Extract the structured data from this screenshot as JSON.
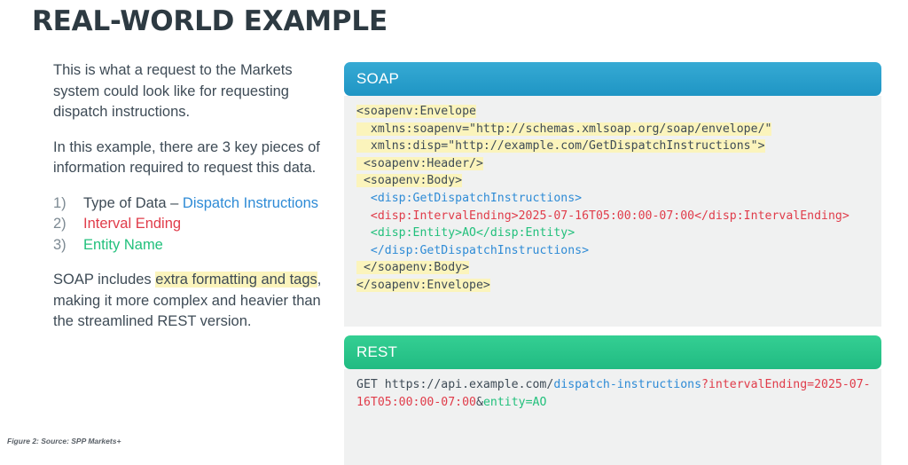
{
  "slide": {
    "title": "REAL-WORLD EXAMPLE",
    "caption": "Figure 2: Source: SPP Markets+"
  },
  "colors": {
    "title": "#2d3a42",
    "body_text": "#3e4b56",
    "blue": "#2e8bd6",
    "red": "#e03c4a",
    "green": "#22c07c",
    "highlight": "#fbf4bc",
    "soap_header": "#2ba3cf",
    "rest_header": "#27c48a",
    "code_bg": "#f0f1f1",
    "list_number": "#7d8a93"
  },
  "left": {
    "paragraph1": "This is what a request to the Markets system could look like for requesting dispatch instructions.",
    "paragraph2": "In this example, there are 3 key pieces of information required to request this data.",
    "list": [
      {
        "number": "1)",
        "plain": "Type of Data – ",
        "accent": "Dispatch Instructions",
        "accent_color": "blue"
      },
      {
        "number": "2)",
        "plain": "",
        "accent": "Interval Ending",
        "accent_color": "red"
      },
      {
        "number": "3)",
        "plain": "",
        "accent": "Entity Name",
        "accent_color": "green"
      }
    ],
    "paragraph3": {
      "before": "SOAP includes ",
      "highlighted": "extra formatting and tags",
      "after": ", making it more complex and heavier than the streamlined REST version."
    }
  },
  "soap": {
    "header": "SOAP",
    "lines": [
      {
        "text": "<soapenv:Envelope",
        "color": "dark",
        "highlight": true
      },
      {
        "text": "  xmlns:soapenv=\"http://schemas.xmlsoap.org/soap/envelope/\"",
        "color": "dark",
        "highlight": true
      },
      {
        "text": "  xmlns:disp=\"http://example.com/GetDispatchInstructions\">",
        "color": "dark",
        "highlight": true
      },
      {
        "text": " <soapenv:Header/>",
        "color": "dark",
        "highlight": true
      },
      {
        "text": " <soapenv:Body>",
        "color": "dark",
        "highlight": true
      },
      {
        "text": "  <disp:GetDispatchInstructions>",
        "color": "blue",
        "highlight": false
      },
      {
        "text": "  <disp:IntervalEnding>2025-07-16T05:00:00-07:00</disp:IntervalEnding>",
        "color": "red",
        "highlight": false
      },
      {
        "text": "  <disp:Entity>AO</disp:Entity>",
        "color": "green",
        "highlight": false
      },
      {
        "text": "  </disp:GetDispatchInstructions>",
        "color": "blue",
        "highlight": false
      },
      {
        "text": " </soapenv:Body>",
        "color": "dark",
        "highlight": true
      },
      {
        "text": "</soapenv:Envelope>",
        "color": "dark",
        "highlight": true
      }
    ]
  },
  "rest": {
    "header": "REST",
    "segments": [
      {
        "text": "GET https://api.example.com/",
        "color": "dark"
      },
      {
        "text": "dispatch-instructions",
        "color": "blue"
      },
      {
        "text": "?intervalEnding=2025-07-16T05:00:00-07:00",
        "color": "red"
      },
      {
        "text": "&",
        "color": "dark"
      },
      {
        "text": "entity=AO",
        "color": "green"
      }
    ]
  }
}
